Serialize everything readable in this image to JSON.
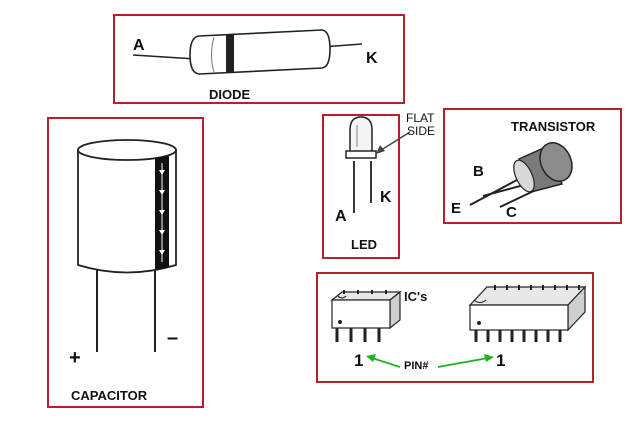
{
  "diode": {
    "title": "DIODE",
    "anode": "A",
    "cathode": "K"
  },
  "capacitor": {
    "title": "CAPACITOR",
    "plus": "+",
    "minus": "–"
  },
  "led": {
    "title": "LED",
    "anode": "A",
    "cathode": "K",
    "flat_side": [
      "FLAT",
      "SIDE"
    ]
  },
  "transistor": {
    "title": "TRANSISTOR",
    "base": "B",
    "emitter": "E",
    "collector": "C"
  },
  "ics": {
    "title": "IC's",
    "pin_label": "PIN#",
    "pin_left": "1",
    "pin_right": "1",
    "arrow_color": "#22b022"
  },
  "colors": {
    "frame": "#b5202a",
    "ink": "#111111"
  }
}
